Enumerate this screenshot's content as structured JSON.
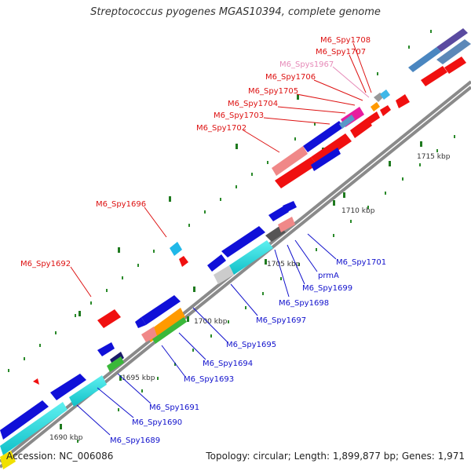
{
  "title": "Streptococcus pyogenes MGAS10394, complete genome",
  "footer": {
    "accession": "Accession: NC_006086",
    "summary": "Topology: circular; Length: 1,899,877 bp; Genes: 1,971"
  },
  "axis": {
    "unit": "kbp",
    "ticks": [
      {
        "label": "1690 kbp"
      },
      {
        "label": "1695 kbp"
      },
      {
        "label": "1700 kbp"
      },
      {
        "label": "1705 kbp"
      },
      {
        "label": "1710 kbp"
      },
      {
        "label": "1715 kbp"
      }
    ]
  },
  "gene_labels": {
    "red": [
      "M6_Spy1708",
      "M6_Spy1707",
      "M6_Spys1967",
      "M6_Spy1706",
      "M6_Spy1705",
      "M6_Spy1704",
      "M6_Spy1703",
      "M6_Spy1702",
      "M6_Spy1696",
      "M6_Spy1692"
    ],
    "blue": [
      "M6_Spy1701",
      "prmA",
      "M6_Spy1699",
      "M6_Spy1698",
      "M6_Spy1697",
      "M6_Spy1695",
      "M6_Spy1694",
      "M6_Spy1693",
      "M6_Spy1691",
      "M6_Spy1690",
      "M6_Spy1689"
    ]
  },
  "colors": {
    "forward_label": "#dd1111",
    "reverse_label": "#1111cc",
    "rna_label": "#e68ab8",
    "backbone": "#8a8a8a"
  }
}
